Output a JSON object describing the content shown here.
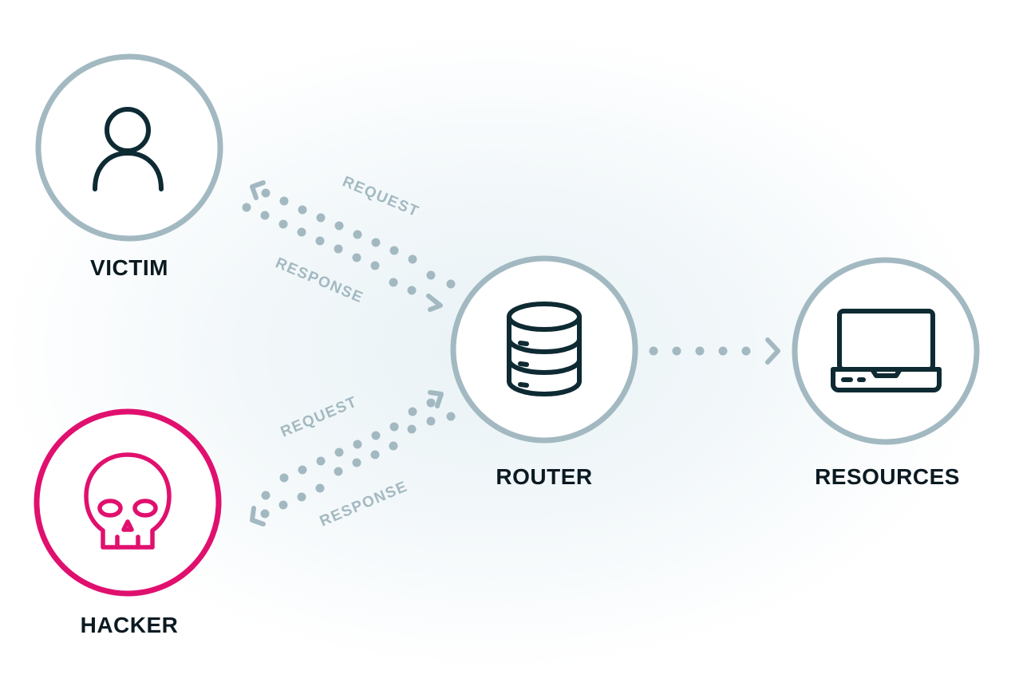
{
  "colors": {
    "ring": "#a3b9c1",
    "hacker": "#e0106f",
    "icon": "#0e2a33",
    "label": "#0b1a22",
    "edge": "#a3b9c1"
  },
  "nodes": {
    "victim": {
      "label": "VICTIM",
      "icon": "user-icon"
    },
    "hacker": {
      "label": "HACKER",
      "icon": "skull-icon"
    },
    "router": {
      "label": "ROUTER",
      "icon": "database-icon"
    },
    "resources": {
      "label": "RESOURCES",
      "icon": "laptop-icon"
    }
  },
  "edges": {
    "victim_request": "REQUEST",
    "victim_response": "RESPONSE",
    "hacker_request": "REQUEST",
    "hacker_response": "RESPONSE"
  }
}
